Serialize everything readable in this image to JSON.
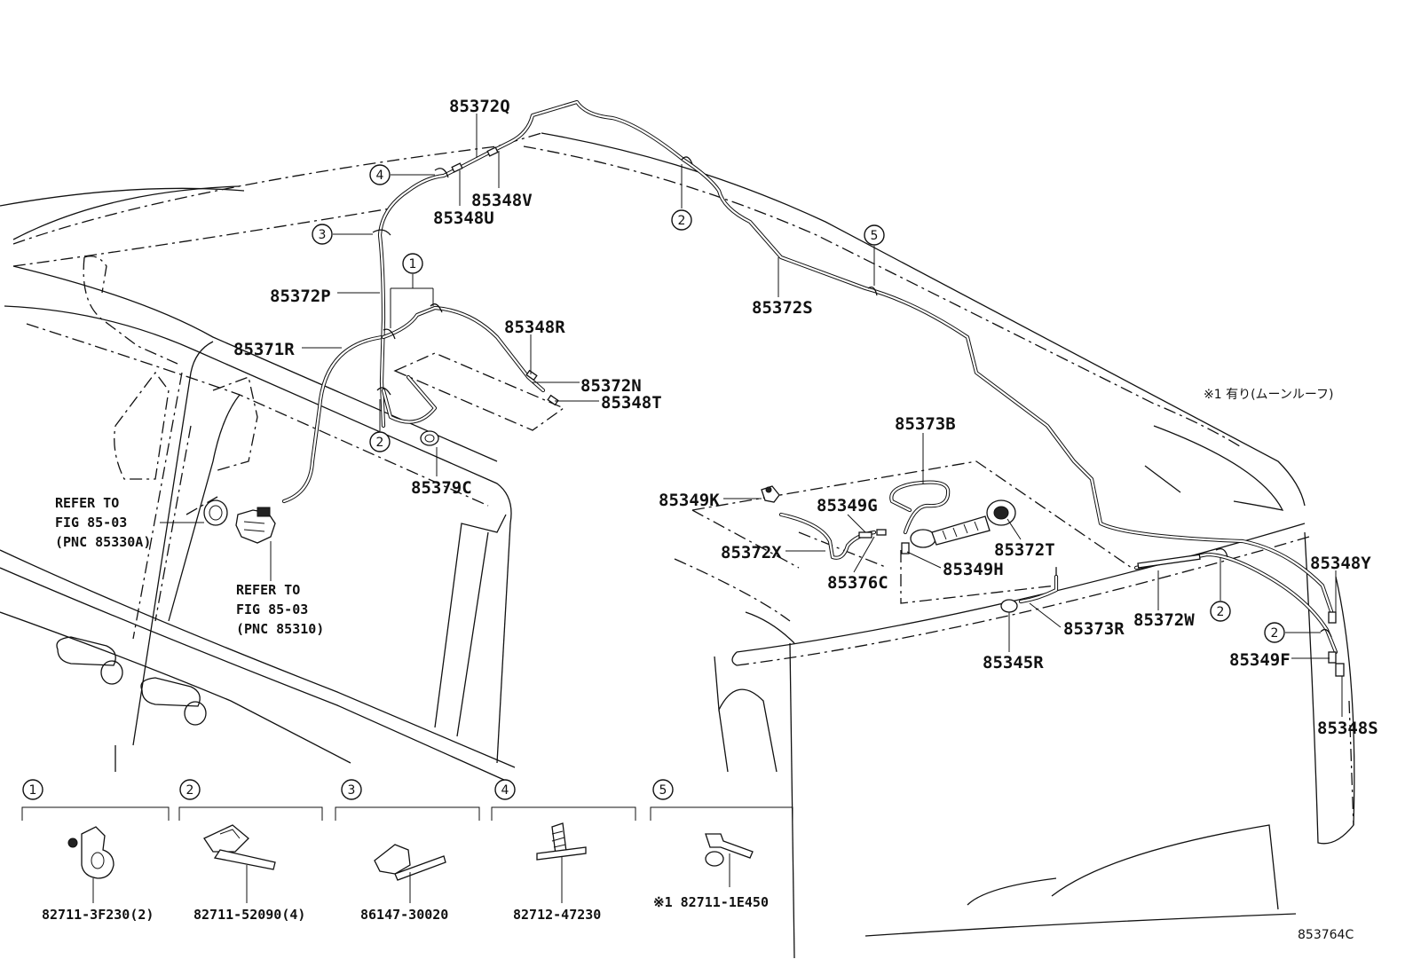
{
  "callouts": {
    "p85372Q": "85372Q",
    "p85348V": "85348V",
    "p85348U": "85348U",
    "p85372P": "85372P",
    "p85371R": "85371R",
    "p85348R": "85348R",
    "p85372N": "85372N",
    "p85348T": "85348T",
    "p85379C": "85379C",
    "p85372S": "85372S",
    "p85373B": "85373B",
    "p85349K": "85349K",
    "p85349G": "85349G",
    "p85372X": "85372X",
    "p85376C": "85376C",
    "p85349H": "85349H",
    "p85372T": "85372T",
    "p85345R": "85345R",
    "p85373R": "85373R",
    "p85372W": "85372W",
    "p85348Y": "85348Y",
    "p85349F": "85349F",
    "p85348S": "85348S"
  },
  "refer1": {
    "line1": "REFER TO",
    "line2": "FIG 85-03",
    "line3": "(PNC 85330A)"
  },
  "refer2": {
    "line1": "REFER TO",
    "line2": "FIG 85-03",
    "line3": "(PNC 85310)"
  },
  "note_moonroof": "※1 有り(ムーンルーフ)",
  "circle_numbers": {
    "c1": "1",
    "c2": "2",
    "c3": "3",
    "c4": "4",
    "c5": "5"
  },
  "legend": [
    {
      "num": "1",
      "part": "82711-3F230(2)"
    },
    {
      "num": "2",
      "part": "82711-52090(4)"
    },
    {
      "num": "3",
      "part": "86147-30020"
    },
    {
      "num": "4",
      "part": "82712-47230"
    },
    {
      "num": "5",
      "part": "※1 82711-1E450"
    }
  ],
  "figure_code": "853764C"
}
